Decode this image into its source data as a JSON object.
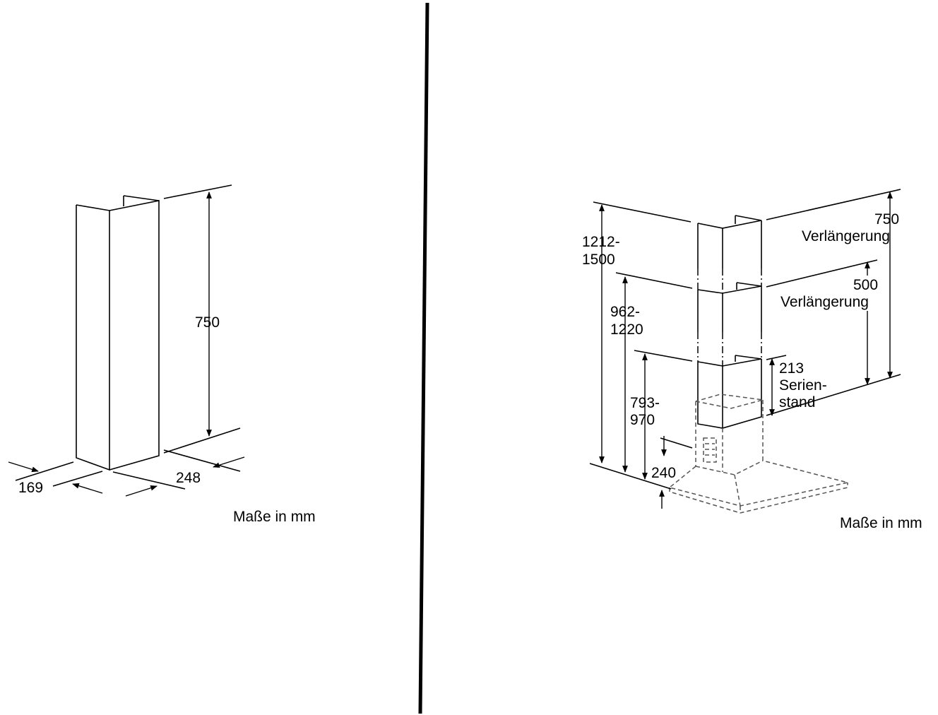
{
  "left_diagram": {
    "height_label": "750",
    "depth_label": "169",
    "width_label": "248",
    "units_note": "Maße in mm"
  },
  "right_diagram": {
    "overall_label_1": "1212-",
    "overall_label_2": "1500",
    "mid_label_1": "962-",
    "mid_label_2": "1220",
    "low_label_1": "793-",
    "low_label_2": "970",
    "bottom_label": "240",
    "ext750_value": "750",
    "ext750_text": "Verlängerung",
    "ext500_value": "500",
    "ext500_text": "Verlängerung",
    "std_value": "213",
    "std_text_1": "Serien-",
    "std_text_2": "stand",
    "units_note": "Maße in mm"
  },
  "colors": {
    "line": "#000000",
    "hidden_line": "#555555",
    "background": "#ffffff"
  }
}
